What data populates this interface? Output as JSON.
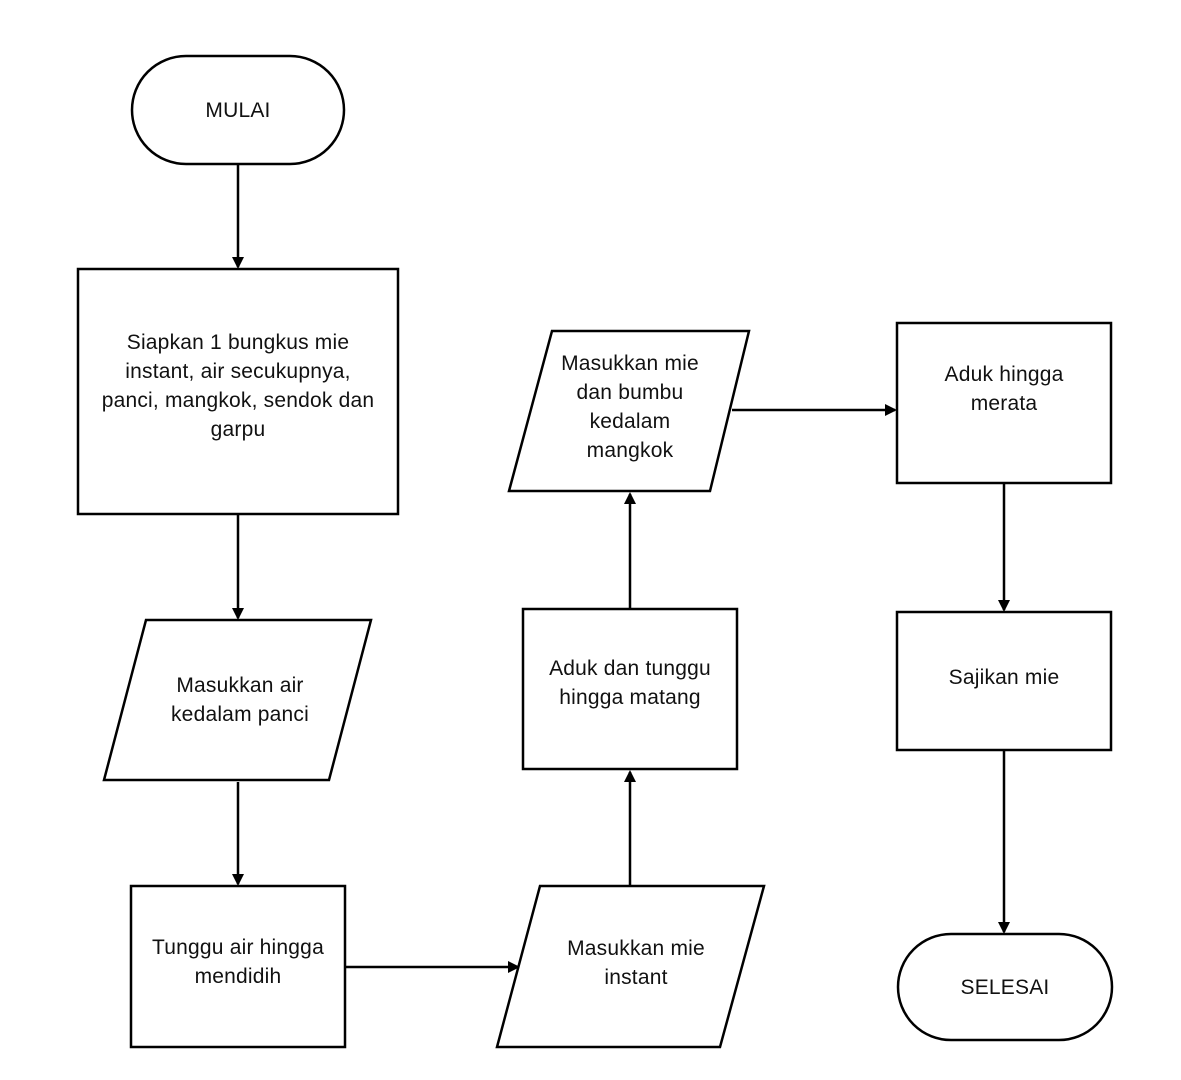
{
  "diagram": {
    "colors": {
      "stroke": "#000000",
      "fill": "#ffffff",
      "text": "#111111"
    },
    "nodes": [
      {
        "id": "start",
        "shape": "terminator",
        "text": "MULAI"
      },
      {
        "id": "prepare",
        "shape": "process",
        "text": "Siapkan 1 bungkus mie\ninstant, air secukupnya,\npanci, mangkok, sendok dan\ngarpu"
      },
      {
        "id": "add_water",
        "shape": "io",
        "text": "Masukkan air\nkedalam panci"
      },
      {
        "id": "wait_boil",
        "shape": "process",
        "text": "Tunggu air hingga\nmendidih"
      },
      {
        "id": "add_noodles",
        "shape": "io",
        "text": "Masukkan mie\ninstant"
      },
      {
        "id": "stir_wait",
        "shape": "process",
        "text": "Aduk dan tunggu\nhingga matang"
      },
      {
        "id": "to_bowl",
        "shape": "io",
        "text": "Masukkan mie\ndan bumbu\nkedalam\nmangkok"
      },
      {
        "id": "stir_even",
        "shape": "process",
        "text": "Aduk hingga\nmerata"
      },
      {
        "id": "serve",
        "shape": "process",
        "text": "Sajikan mie"
      },
      {
        "id": "end",
        "shape": "terminator",
        "text": "SELESAI"
      }
    ],
    "edges": [
      {
        "from": "start",
        "to": "prepare"
      },
      {
        "from": "prepare",
        "to": "add_water"
      },
      {
        "from": "add_water",
        "to": "wait_boil"
      },
      {
        "from": "wait_boil",
        "to": "add_noodles"
      },
      {
        "from": "add_noodles",
        "to": "stir_wait"
      },
      {
        "from": "stir_wait",
        "to": "to_bowl"
      },
      {
        "from": "to_bowl",
        "to": "stir_even"
      },
      {
        "from": "stir_even",
        "to": "serve"
      },
      {
        "from": "serve",
        "to": "end"
      }
    ]
  }
}
